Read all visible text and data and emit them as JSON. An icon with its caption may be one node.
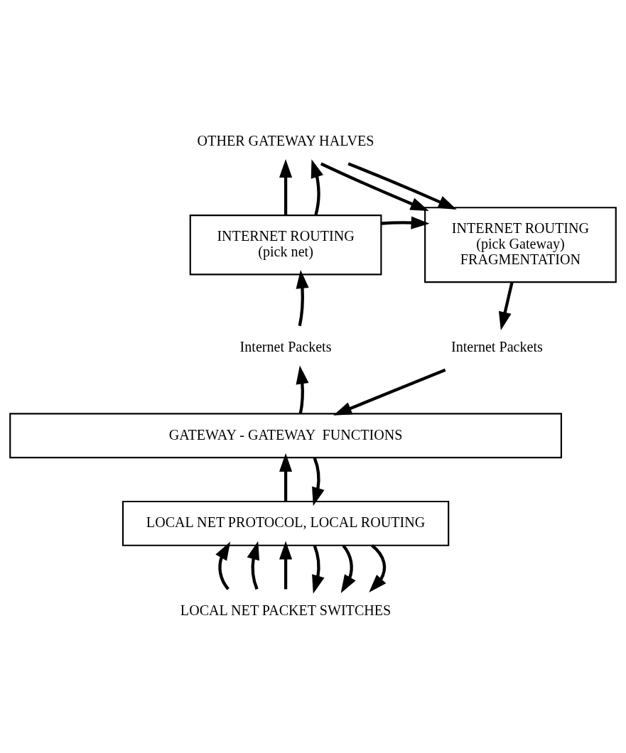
{
  "diagram": {
    "nodes": [
      {
        "text": [
          "OTHER GATEWAY HALVES"
        ]
      },
      {
        "text": [
          "INTERNET ROUTING",
          "(pick net)"
        ]
      },
      {
        "text": [
          "INTERNET ROUTING",
          "(pick Gateway)",
          "FRAGMENTATION"
        ]
      },
      {
        "text": [
          "Internet Packets"
        ]
      },
      {
        "text": [
          "Internet Packets"
        ]
      },
      {
        "text": [
          "GATEWAY - GATEWAY  FUNCTIONS"
        ]
      },
      {
        "text": [
          "LOCAL NET PROTOCOL, LOCAL ROUTING"
        ]
      },
      {
        "text": [
          "LOCAL NET PACKET SWITCHES"
        ]
      }
    ],
    "edges": [
      {
        "from": 1,
        "to": 0,
        "arrow": "to"
      },
      {
        "from": 1,
        "to": 0,
        "arrow": "to"
      },
      {
        "from": 1,
        "to": 2,
        "arrow": "to"
      },
      {
        "from": 0,
        "to": 2,
        "arrow": "to"
      },
      {
        "from": 0,
        "to": 2,
        "arrow": "to"
      },
      {
        "from": 3,
        "to": 1,
        "arrow": "to"
      },
      {
        "from": 2,
        "to": 4,
        "arrow": "to"
      },
      {
        "from": 5,
        "to": 3,
        "arrow": "to"
      },
      {
        "from": 4,
        "to": 5,
        "arrow": "to"
      },
      {
        "from": 6,
        "to": 5,
        "arrow": "to"
      },
      {
        "from": 5,
        "to": 6,
        "arrow": "to"
      },
      {
        "from": 7,
        "to": 6,
        "arrow": "to"
      },
      {
        "from": 7,
        "to": 6,
        "arrow": "to"
      },
      {
        "from": 7,
        "to": 6,
        "arrow": "to"
      },
      {
        "from": 6,
        "to": 7,
        "arrow": "to"
      },
      {
        "from": 6,
        "to": 7,
        "arrow": "to"
      },
      {
        "from": 6,
        "to": 7,
        "arrow": "to"
      }
    ]
  }
}
